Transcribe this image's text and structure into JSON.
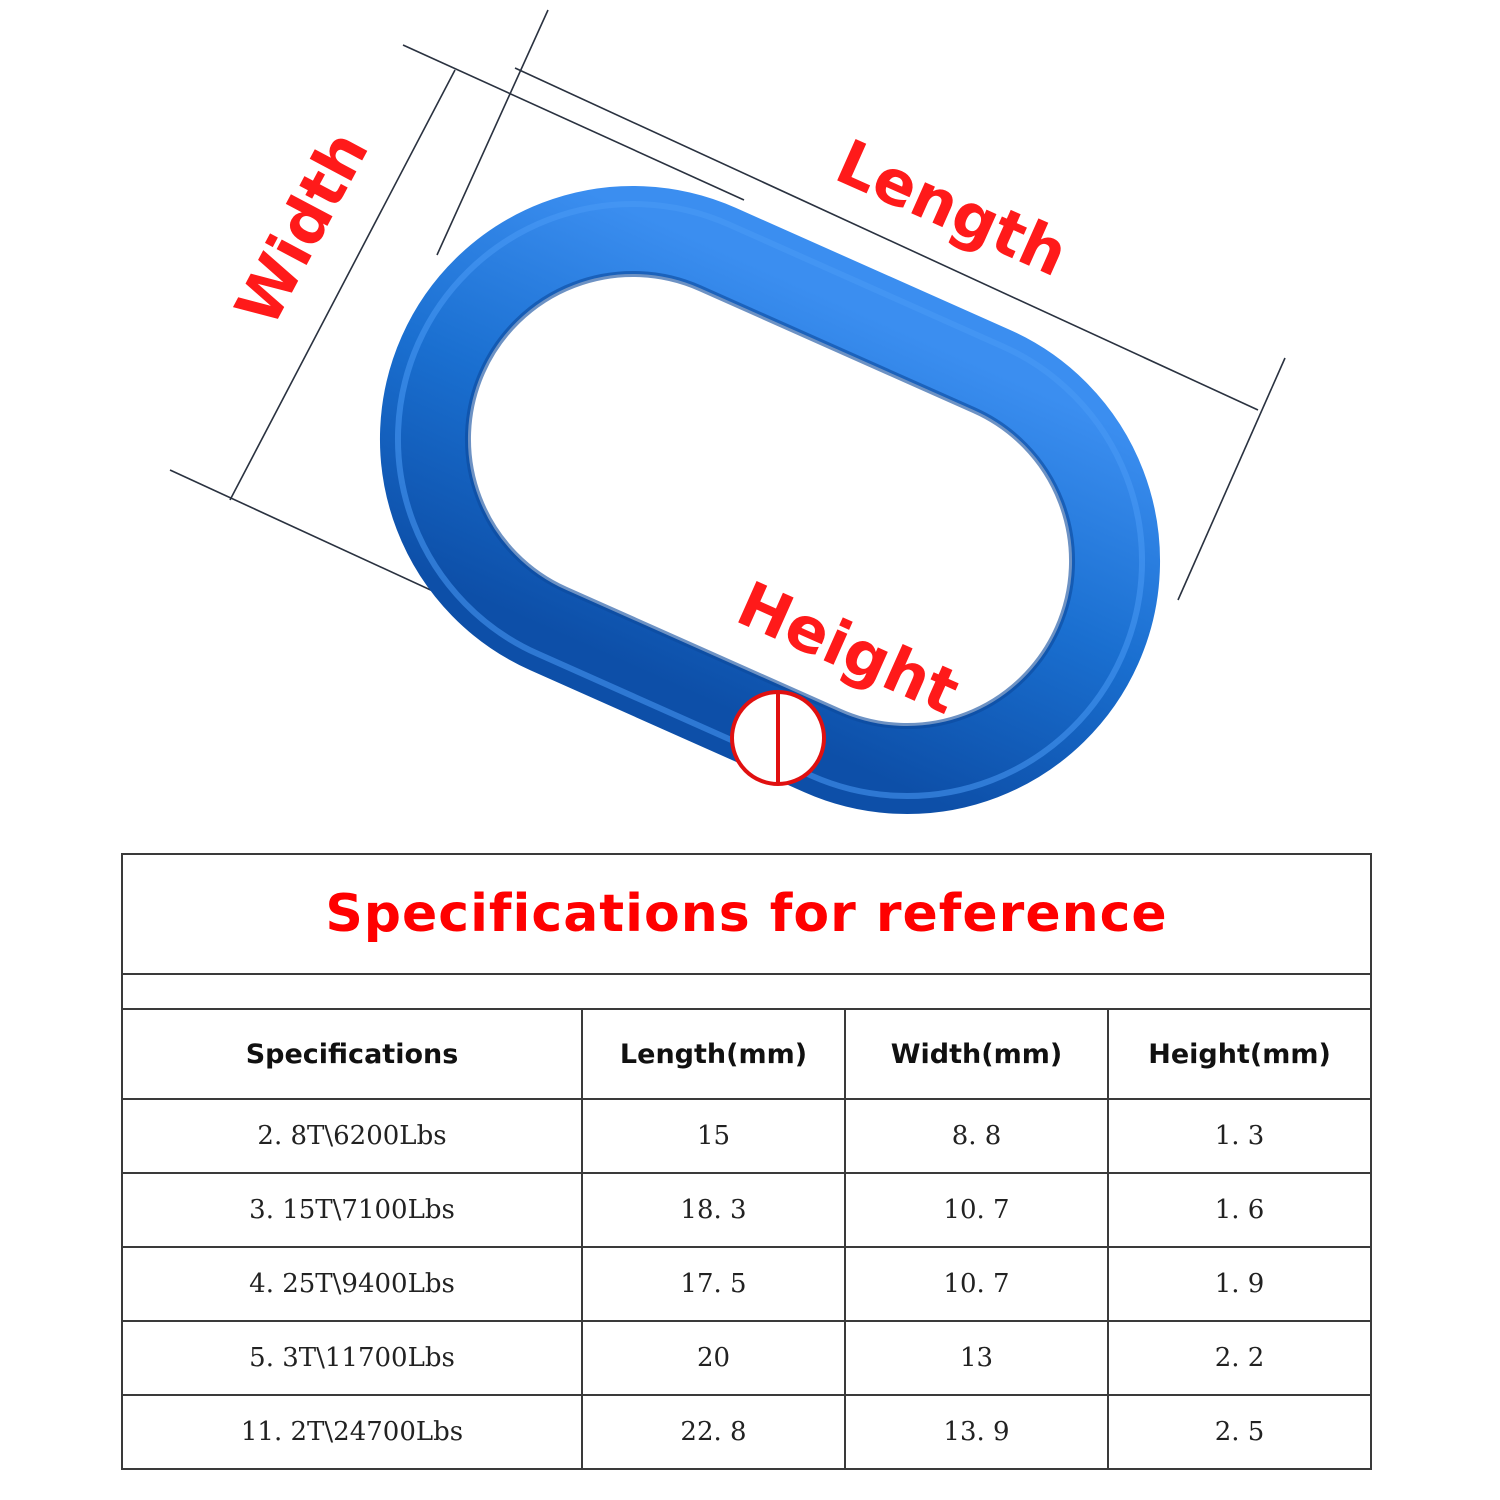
{
  "diagram": {
    "labels": {
      "length": "Length",
      "width": "Width",
      "height": "Height"
    },
    "colors": {
      "ring": "#1a6fd0",
      "label": "#ff1a1a",
      "dimension_line": "#2a3240"
    }
  },
  "table": {
    "title": "Specifications for reference",
    "headers": [
      "Specifications",
      "Length(mm)",
      "Width(mm)",
      "Height(mm)"
    ],
    "rows": [
      [
        "2. 8T\\6200Lbs",
        "15",
        "8. 8",
        "1. 3"
      ],
      [
        "3. 15T\\7100Lbs",
        "18. 3",
        "10. 7",
        "1. 6"
      ],
      [
        "4. 25T\\9400Lbs",
        "17. 5",
        "10. 7",
        "1. 9"
      ],
      [
        "5. 3T\\11700Lbs",
        "20",
        "13",
        "2. 2"
      ],
      [
        "11. 2T\\24700Lbs",
        "22. 8",
        "13. 9",
        "2. 5"
      ]
    ]
  }
}
